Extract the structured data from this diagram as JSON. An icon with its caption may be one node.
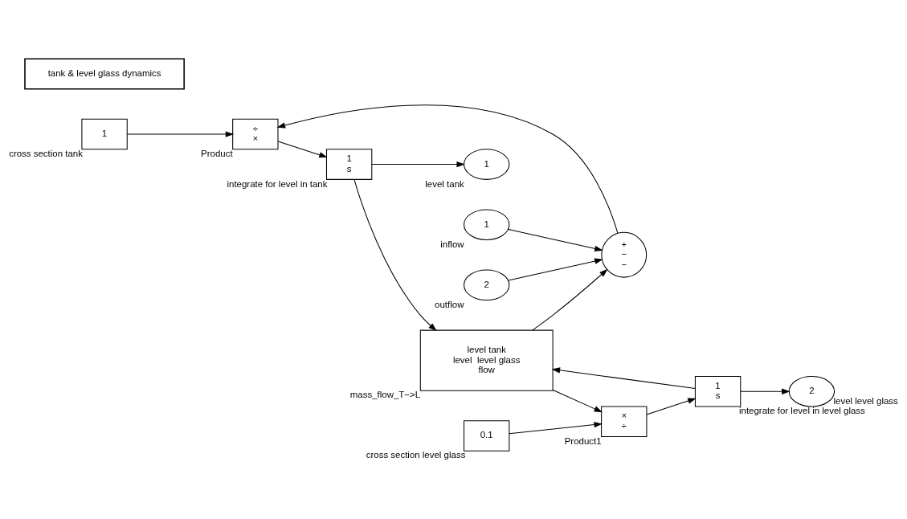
{
  "diagram": {
    "nodes": [
      {
        "text": [
          "1"
        ],
        "beside": [
          "cross section tank"
        ]
      },
      {
        "text": [
          "0.1"
        ],
        "beside": [
          "cross section level glass"
        ]
      },
      {
        "text": [
          "1"
        ],
        "beside": [
          "inflow"
        ]
      },
      {
        "text": [
          "2"
        ],
        "beside": [
          "outflow"
        ]
      },
      {
        "text": [
          "+",
          "−",
          "−"
        ]
      },
      {
        "text": [
          "÷",
          "×"
        ],
        "beside": [
          "Product"
        ]
      },
      {
        "text": [
          "1",
          "s"
        ],
        "beside": [
          "integrate for level in tank"
        ]
      },
      {
        "text": [
          "1"
        ],
        "beside": [
          "level tank"
        ]
      },
      {
        "text": [
          "level tank",
          "level  level glass",
          "flow"
        ],
        "beside": [
          "mass_flow_T−>L"
        ]
      },
      {
        "text": [
          "×",
          "÷"
        ],
        "beside": [
          "Product1"
        ]
      },
      {
        "text": [
          "1",
          "s"
        ],
        "beside": [
          "integrate for level in level glass"
        ]
      },
      {
        "text": [
          "2"
        ],
        "beside": [
          "level level glass"
        ]
      },
      {
        "text": [
          "tank & level glass dynamics"
        ]
      }
    ],
    "edges": [
      {
        "from": 0,
        "to": 5,
        "arrow": "to"
      },
      {
        "from": 1,
        "to": 9,
        "arrow": "to"
      },
      {
        "from": 2,
        "to": 4,
        "arrow": "to"
      },
      {
        "from": 3,
        "to": 4,
        "arrow": "to"
      },
      {
        "from": 4,
        "to": 5,
        "arrow": "to"
      },
      {
        "from": 5,
        "to": 6,
        "arrow": "to"
      },
      {
        "from": 6,
        "to": 7,
        "arrow": "to"
      },
      {
        "from": 6,
        "to": 8,
        "arrow": "to"
      },
      {
        "from": 8,
        "to": 4,
        "arrow": "to"
      },
      {
        "from": 8,
        "to": 9,
        "arrow": "to"
      },
      {
        "from": 9,
        "to": 10,
        "arrow": "to"
      },
      {
        "from": 10,
        "to": 11,
        "arrow": "to"
      },
      {
        "from": 10,
        "to": 8,
        "arrow": "to"
      }
    ]
  }
}
